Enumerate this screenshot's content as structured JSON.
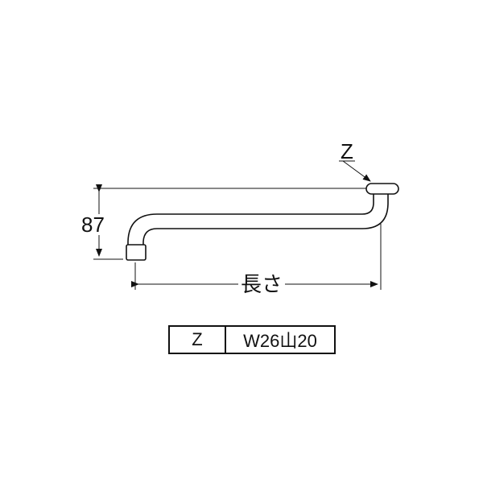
{
  "drawing": {
    "height_label": "87",
    "length_label": "長さ",
    "thread_callout": "Z"
  },
  "spec_table": {
    "key": "Z",
    "value": "W26山20"
  }
}
